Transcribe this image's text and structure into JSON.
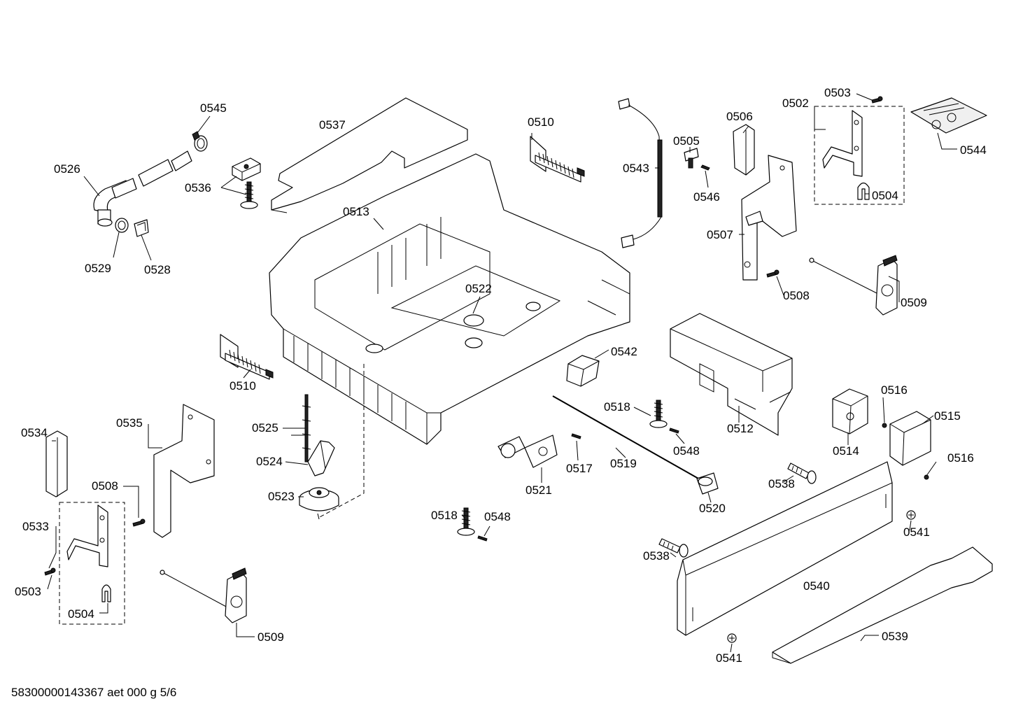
{
  "footer": {
    "doc_id": "58300000143367 aet 000 g 5/6"
  },
  "parts": [
    "0545",
    "0537",
    "0510",
    "0543",
    "0505",
    "0506",
    "0502",
    "0503",
    "0544",
    "0526",
    "0536",
    "0513",
    "0546",
    "0504",
    "0507",
    "0529",
    "0528",
    "0522",
    "0508",
    "0509",
    "0542",
    "0510",
    "0518",
    "0512",
    "0516",
    "0515",
    "0534",
    "0535",
    "0525",
    "0548",
    "0514",
    "0524",
    "0521",
    "0517",
    "0519",
    "0538",
    "0508",
    "0523",
    "0520",
    "0516",
    "0518",
    "0548",
    "0541",
    "0533",
    "0538",
    "0540",
    "0503",
    "0504",
    "0509",
    "0539",
    "0541"
  ]
}
